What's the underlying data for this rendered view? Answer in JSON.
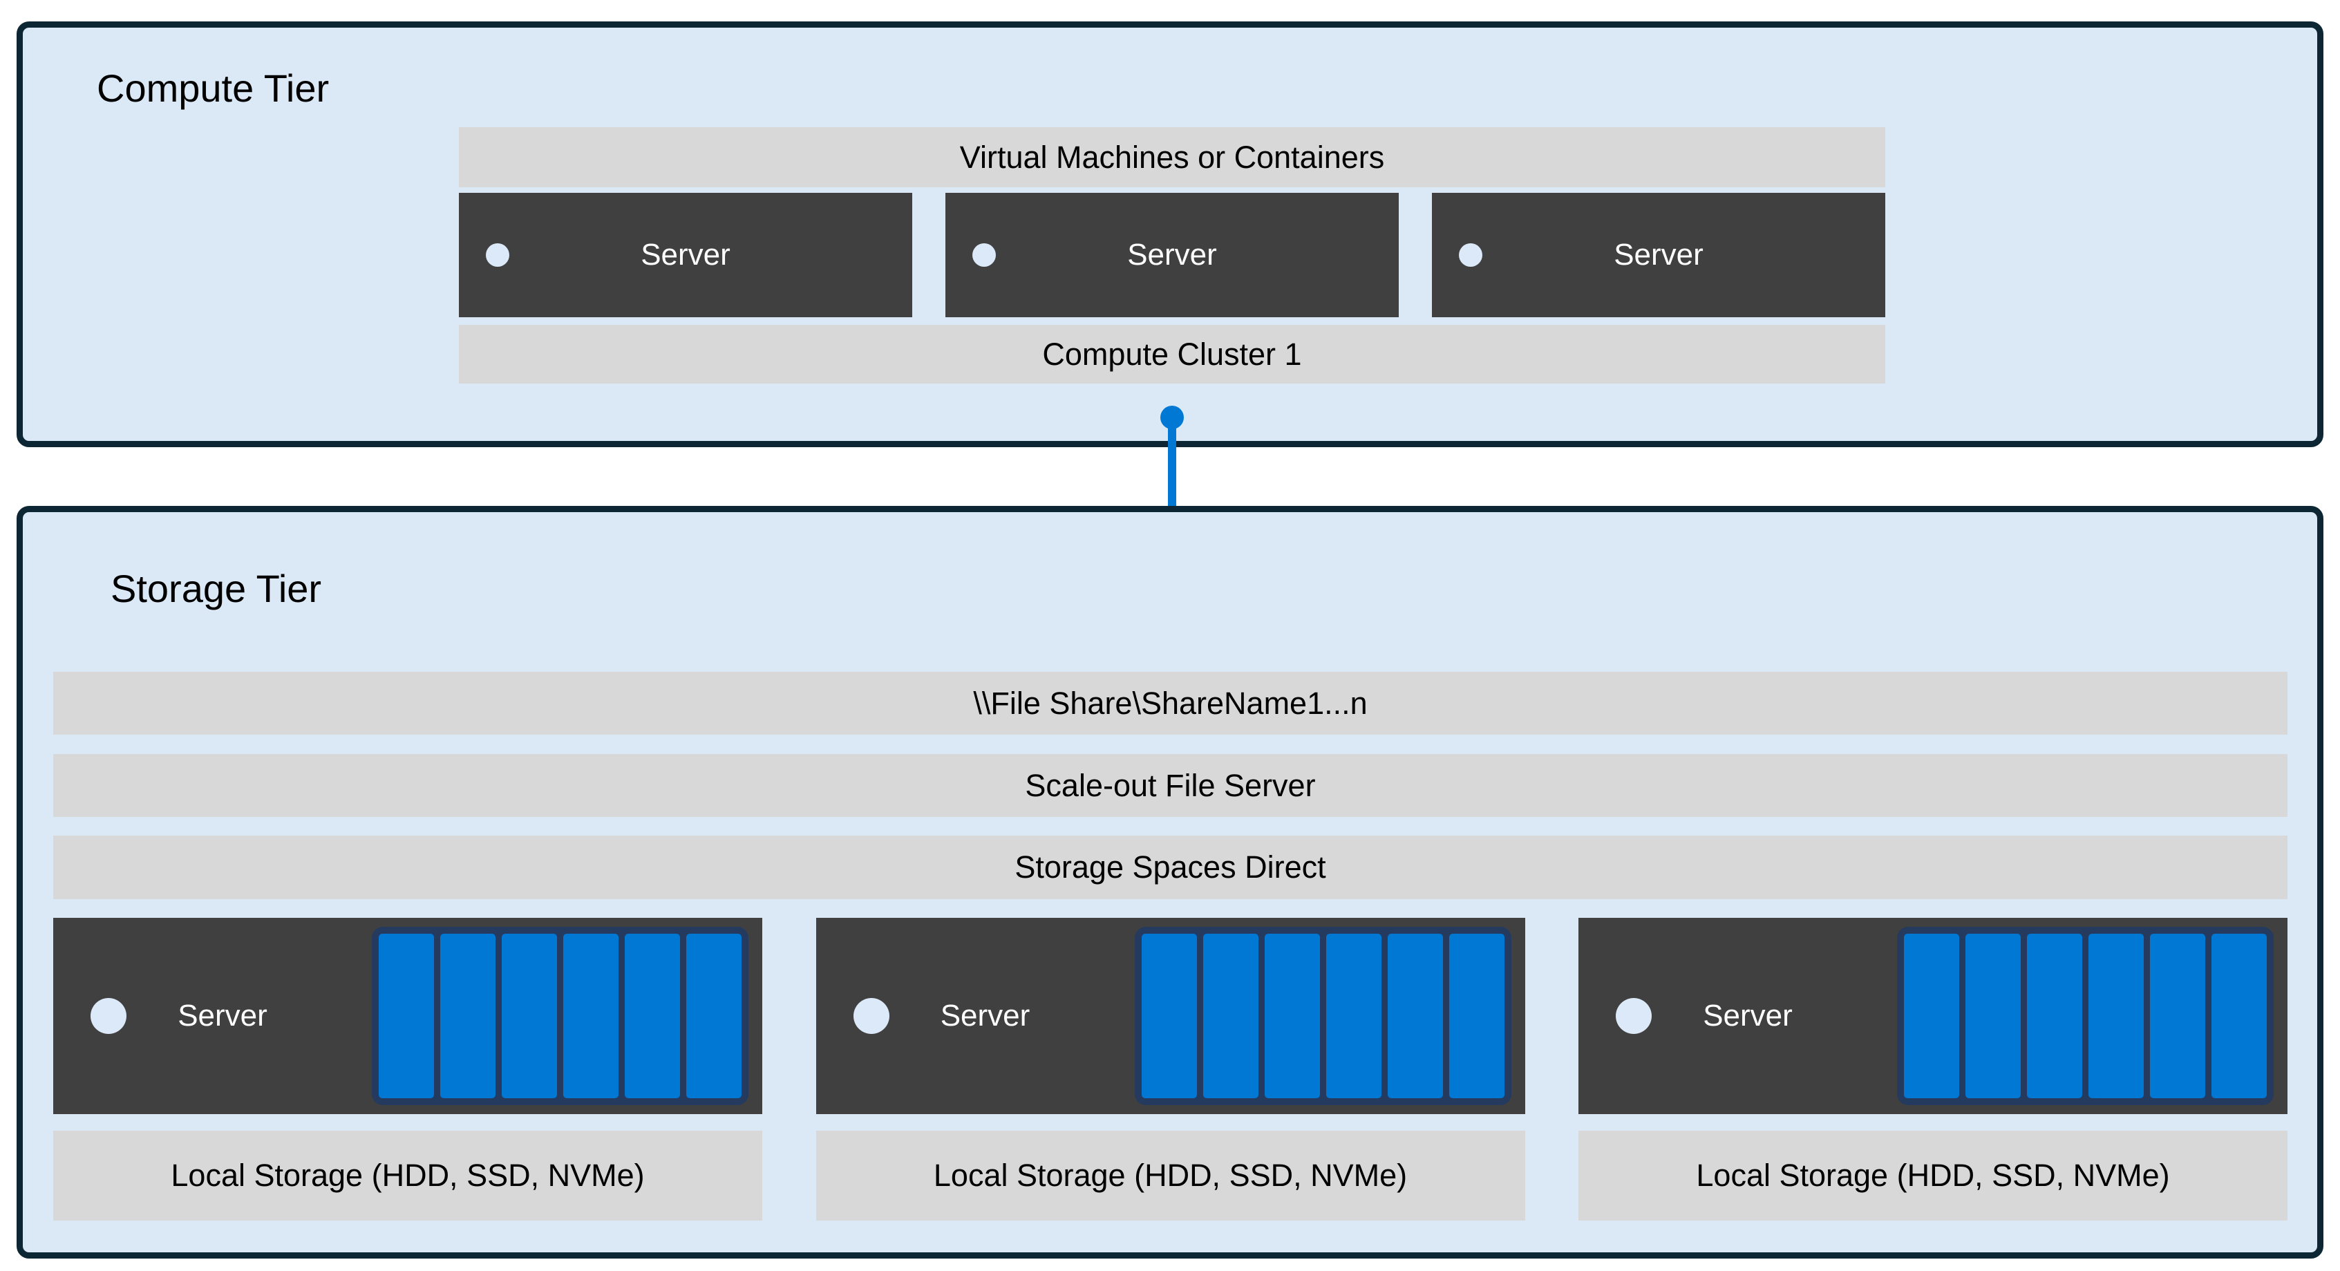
{
  "palette": {
    "page_bg": "#ffffff",
    "tier_bg": "#DBE8F6",
    "tier_border": "#0C2633",
    "bar_bg": "#D8D8D8",
    "server_bg": "#404040",
    "accent_blue": "#0078D4",
    "drive_frame": "#243A5E",
    "indicator_fill": "#DCE9F8",
    "text_dark": "#000000",
    "text_light": "#FFFFFF"
  },
  "compute_tier": {
    "title": "Compute Tier",
    "vm_bar_label": "Virtual Machines or Containers",
    "cluster_bar_label": "Compute Cluster 1",
    "servers": [
      {
        "label": "Server"
      },
      {
        "label": "Server"
      },
      {
        "label": "Server"
      }
    ]
  },
  "connector": {
    "icon": "folder-icon"
  },
  "storage_tier": {
    "title": "Storage Tier",
    "file_share_bar_label": "\\\\File Share\\ShareName1...n",
    "sofs_bar_label": "Scale-out File Server",
    "s2d_bar_label": "Storage Spaces Direct",
    "servers": [
      {
        "label": "Server",
        "drive_count": 6
      },
      {
        "label": "Server",
        "drive_count": 6
      },
      {
        "label": "Server",
        "drive_count": 6
      }
    ],
    "local_storage_labels": [
      "Local Storage (HDD, SSD, NVMe)",
      "Local Storage (HDD, SSD, NVMe)",
      "Local Storage (HDD, SSD, NVMe)"
    ]
  }
}
